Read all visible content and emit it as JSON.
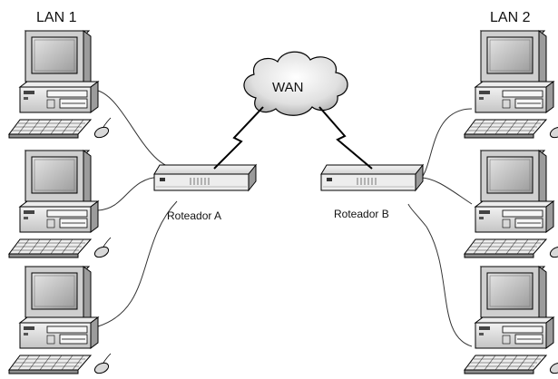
{
  "lan1": {
    "title": "LAN 1",
    "computers": 3
  },
  "lan2": {
    "title": "LAN 2",
    "computers": 3
  },
  "router_a": {
    "label": "Roteador A"
  },
  "router_b": {
    "label": "Roteador B"
  },
  "wan": {
    "label": "WAN"
  }
}
